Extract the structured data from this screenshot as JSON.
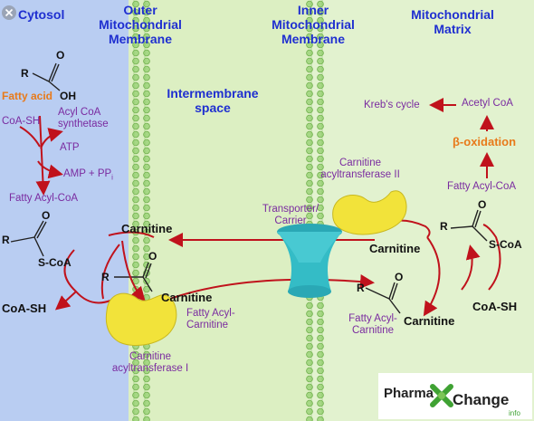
{
  "close_icon": "close-icon",
  "headers": {
    "cytosol": "Cytosol",
    "outer_membrane": "Outer\nMitochondrial\nMembrane",
    "inner_membrane": "Inner\nMitochondrial\nMembrane",
    "matrix": "Mitochondrial\nMatrix",
    "intermembrane_space": "Intermembrane\nspace"
  },
  "cytosol": {
    "fatty_acid": "Fatty acid",
    "r": "R",
    "o": "O",
    "oh": "OH",
    "coa_sh_in": "CoA-SH",
    "enzyme": "Acyl CoA\nsynthetase",
    "atp": "ATP",
    "amp_ppi": "AMP + PP",
    "ppi_sub": "i",
    "fatty_acyl_coa": "Fatty Acyl-CoA",
    "r2": "R",
    "o2": "O",
    "s_coa": "S-CoA",
    "coa_sh_out": "CoA-SH"
  },
  "outer": {
    "carnitine_top": "Carnitine",
    "r": "R",
    "o": "O",
    "carnitine_product": "Carnitine",
    "fatty_acyl_carnitine": "Fatty Acyl-\nCarnitine",
    "enzyme": "Carnitine\nacyltransferase I"
  },
  "inner": {
    "transporter": "Transporter/\nCarrier",
    "enzyme": "Carnitine\nacyltransferase II",
    "carnitine": "Carnitine",
    "r": "R",
    "o": "O",
    "carnitine_product": "Carnitine",
    "fatty_acyl_carnitine": "Fatty Acyl-\nCarnitine"
  },
  "matrix": {
    "krebs": "Kreb's cycle",
    "acetyl_coa": "Acetyl CoA",
    "beta_oxidation": "β-oxidation",
    "fatty_acyl_coa": "Fatty Acyl-CoA",
    "r": "R",
    "o": "O",
    "s_coa": "S-CoA",
    "coa_sh": "CoA-SH"
  },
  "logo": {
    "text_left": "Pharma",
    "text_right": "Change",
    "sub": "info"
  },
  "colors": {
    "cytosol_bg": "#b9cdf2",
    "ims_bg": "#dcefc2",
    "membrane": "#9fd07a",
    "arrow": "#c0121c",
    "enzyme": "#f2e33a",
    "transporter": "#2fb6c2",
    "header": "#1f2fd0",
    "label": "#7a2ba0",
    "orange": "#e87a1a"
  }
}
